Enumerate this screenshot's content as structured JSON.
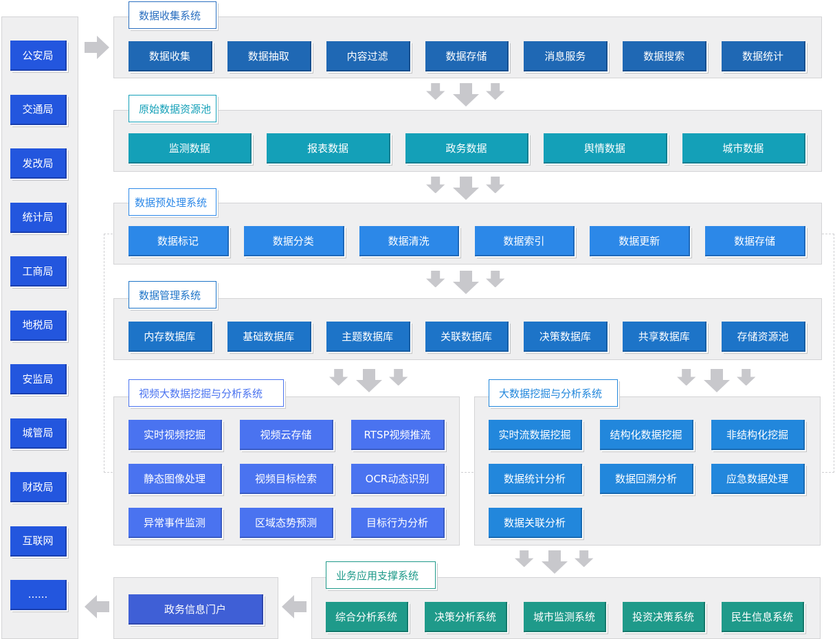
{
  "sidebar": {
    "items": [
      "公安局",
      "交通局",
      "发改局",
      "统计局",
      "工商局",
      "地税局",
      "安监局",
      "城管局",
      "财政局",
      "互联网",
      "......"
    ]
  },
  "collection": {
    "title": "数据收集系统",
    "items": [
      "数据收集",
      "数据抽取",
      "内容过滤",
      "数据存储",
      "消息服务",
      "数据搜索",
      "数据统计"
    ]
  },
  "raw_pool": {
    "title": "原始数据资源池",
    "items": [
      "监测数据",
      "报表数据",
      "政务数据",
      "舆情数据",
      "城市数据"
    ]
  },
  "preprocess": {
    "title": "数据预处理系统",
    "items": [
      "数据标记",
      "数据分类",
      "数据清洗",
      "数据索引",
      "数据更新",
      "数据存储"
    ]
  },
  "management": {
    "title": "数据管理系统",
    "items": [
      "内存数据库",
      "基础数据库",
      "主题数据库",
      "关联数据库",
      "决策数据库",
      "共享数据库",
      "存储资源池"
    ]
  },
  "video": {
    "title": "视频大数据挖掘与分析系统",
    "items": [
      "实时视频挖掘",
      "视频云存储",
      "RTSP视频推流",
      "静态图像处理",
      "视频目标检索",
      "OCR动态识别",
      "异常事件监测",
      "区域态势预测",
      "目标行为分析"
    ]
  },
  "bigdata": {
    "title": "大数据挖掘与分析系统",
    "items": [
      "实时流数据挖掘",
      "结构化数据挖掘",
      "非结构化挖掘",
      "数据统计分析",
      "数据回溯分析",
      "应急数据处理",
      "数据关联分析"
    ]
  },
  "business": {
    "title": "业务应用支撑系统",
    "items": [
      "综合分析系统",
      "决策分析系统",
      "城市监测系统",
      "投资决策系统",
      "民生信息系统"
    ]
  },
  "portal": {
    "label": "政务信息门户"
  },
  "colors": {
    "panel": "#efeff0",
    "collection": "#1f68b4",
    "raw_pool": "#14a0b8",
    "preprocess": "#2c88e8",
    "management": "#1d74c8",
    "video": "#4a73f0",
    "bigdata": "#2287dc",
    "business": "#1f9a8a",
    "portal": "#3f5fd6",
    "sidebar": "#2356de",
    "arrow": "#c8c8cc"
  }
}
